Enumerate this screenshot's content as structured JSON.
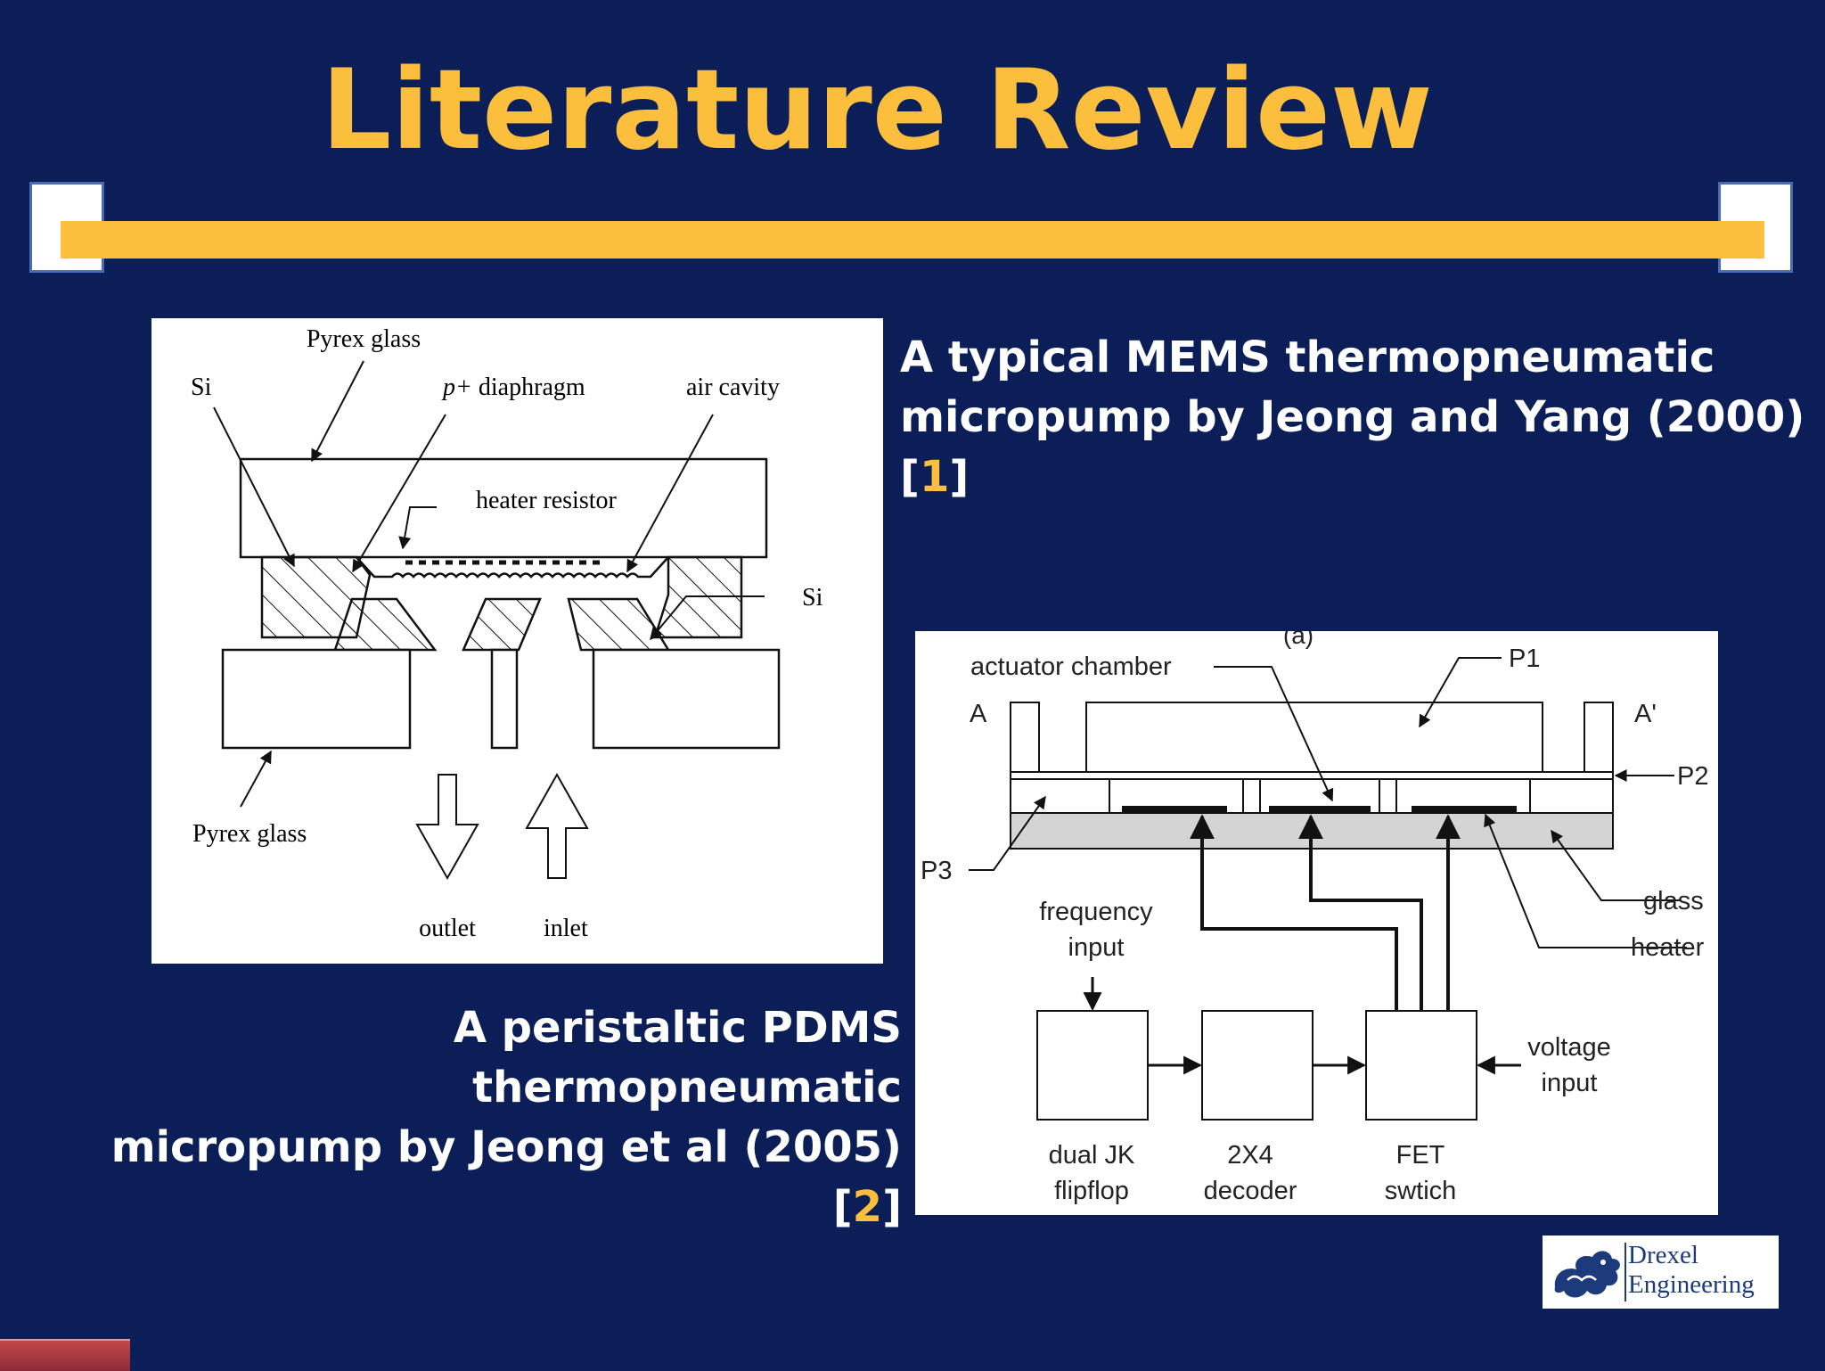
{
  "slide": {
    "title": "Literature Review",
    "caption_top": {
      "line1": "A typical MEMS thermopneumatic",
      "line2": "micropump by Jeong and Yang (2000)",
      "cite_open": "[",
      "cite_num": "1",
      "cite_close": "]"
    },
    "caption_bottom": {
      "line1": "A peristaltic PDMS thermopneumatic",
      "line2_text": "micropump by Jeong et al (2005) [",
      "cite_num": "2",
      "cite_close": "]"
    },
    "colors": {
      "background": "#0b1e57",
      "accent": "#fbbf3d",
      "text": "#ffffff"
    }
  },
  "diagram_left": {
    "labels": {
      "pyrex_top": "Pyrex glass",
      "si_left": "Si",
      "p_plus": "p+",
      "diaphragm": " diaphragm",
      "air_cavity": "air cavity",
      "heater_resistor": "heater resistor",
      "si_right": "Si",
      "pyrex_bottom": "Pyrex glass",
      "outlet": "outlet",
      "inlet": "inlet"
    }
  },
  "diagram_right": {
    "labels": {
      "panel_tag": "(a)",
      "actuator_chamber": "actuator chamber",
      "p1": "P1",
      "a_left": "A",
      "a_right": "A'",
      "p2": "P2",
      "p3": "P3",
      "glass": "glass",
      "heater": "heater",
      "frequency_1": "frequency",
      "frequency_2": "input",
      "voltage_1": "voltage",
      "voltage_2": "input",
      "jk_1": "dual JK",
      "jk_2": "flipflop",
      "dec_1": "2X4",
      "dec_2": "decoder",
      "fet_1": "FET",
      "fet_2": "swtich"
    }
  },
  "logo": {
    "line1": "Drexel",
    "line2": "Engineering",
    "icon": "dragon-icon"
  }
}
